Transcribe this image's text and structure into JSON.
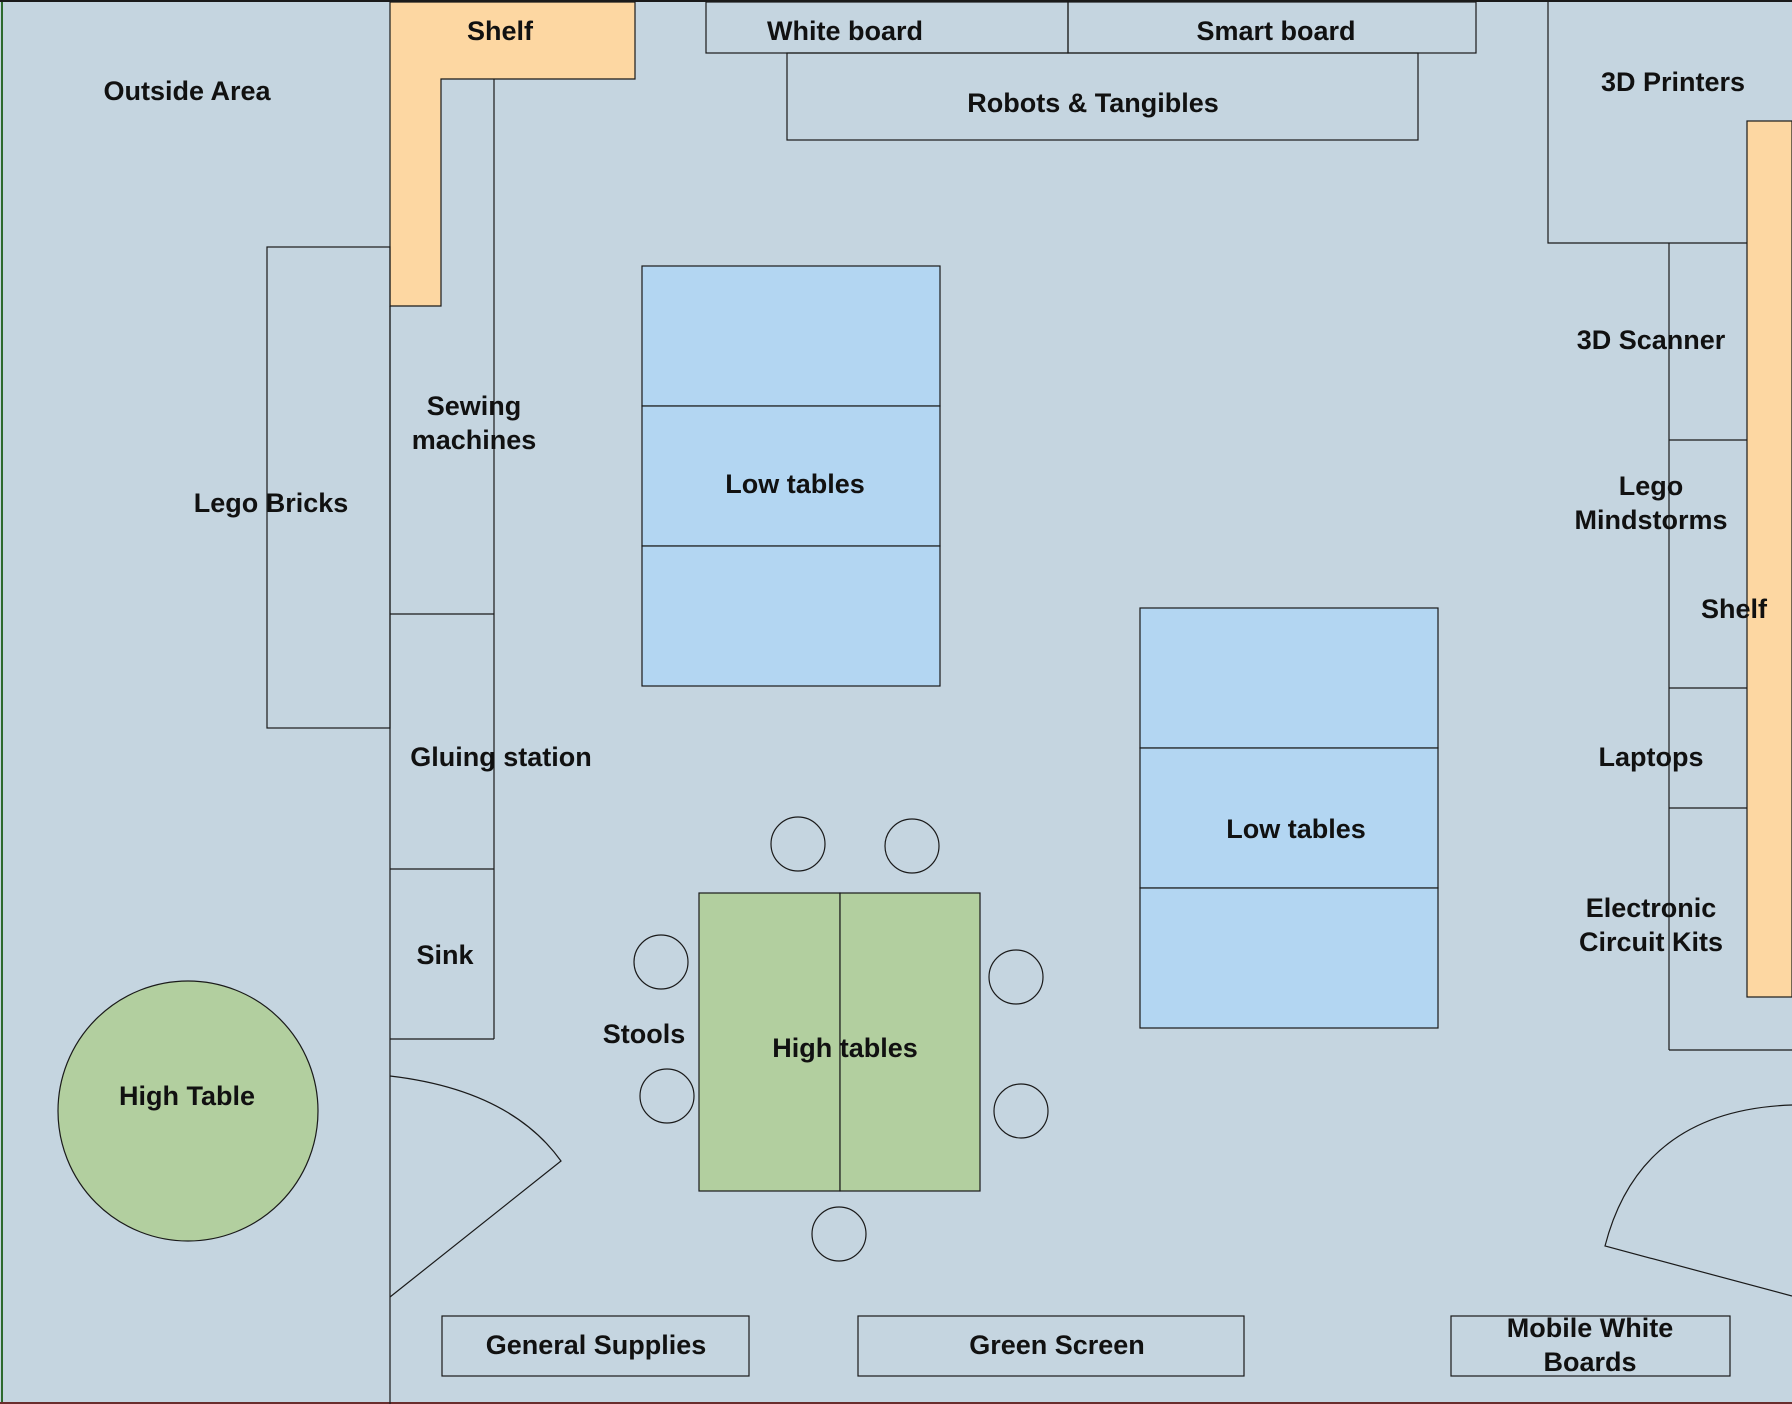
{
  "colors": {
    "floor": "#c5d5e0",
    "shelf": "#fdd7a2",
    "low_table": "#b3d6f2",
    "high_table": "#b2cf9f",
    "outline": "#1a1a1a",
    "text": "#111111"
  },
  "labels": {
    "outside_area": "Outside Area",
    "shelf_top": "Shelf",
    "white_board": "White board",
    "smart_board": "Smart board",
    "robots": "Robots & Tangibles",
    "printers": "3D Printers",
    "scanner": "3D Scanner",
    "mindstorms_1": "Lego",
    "mindstorms_2": "Mindstorms",
    "shelf_right": "Shelf",
    "laptops": "Laptops",
    "circuit_1": "Electronic",
    "circuit_2": "Circuit Kits",
    "lego_bricks": "Lego Bricks",
    "sewing_1": "Sewing",
    "sewing_2": "machines",
    "gluing": "Gluing station",
    "sink": "Sink",
    "low_tables_1": "Low tables",
    "low_tables_2": "Low tables",
    "stools": "Stools",
    "high_tables": "High tables",
    "high_table": "High Table",
    "general_supplies": "General Supplies",
    "green_screen": "Green Screen",
    "mobile_wb_1": "Mobile White",
    "mobile_wb_2": "Boards"
  }
}
